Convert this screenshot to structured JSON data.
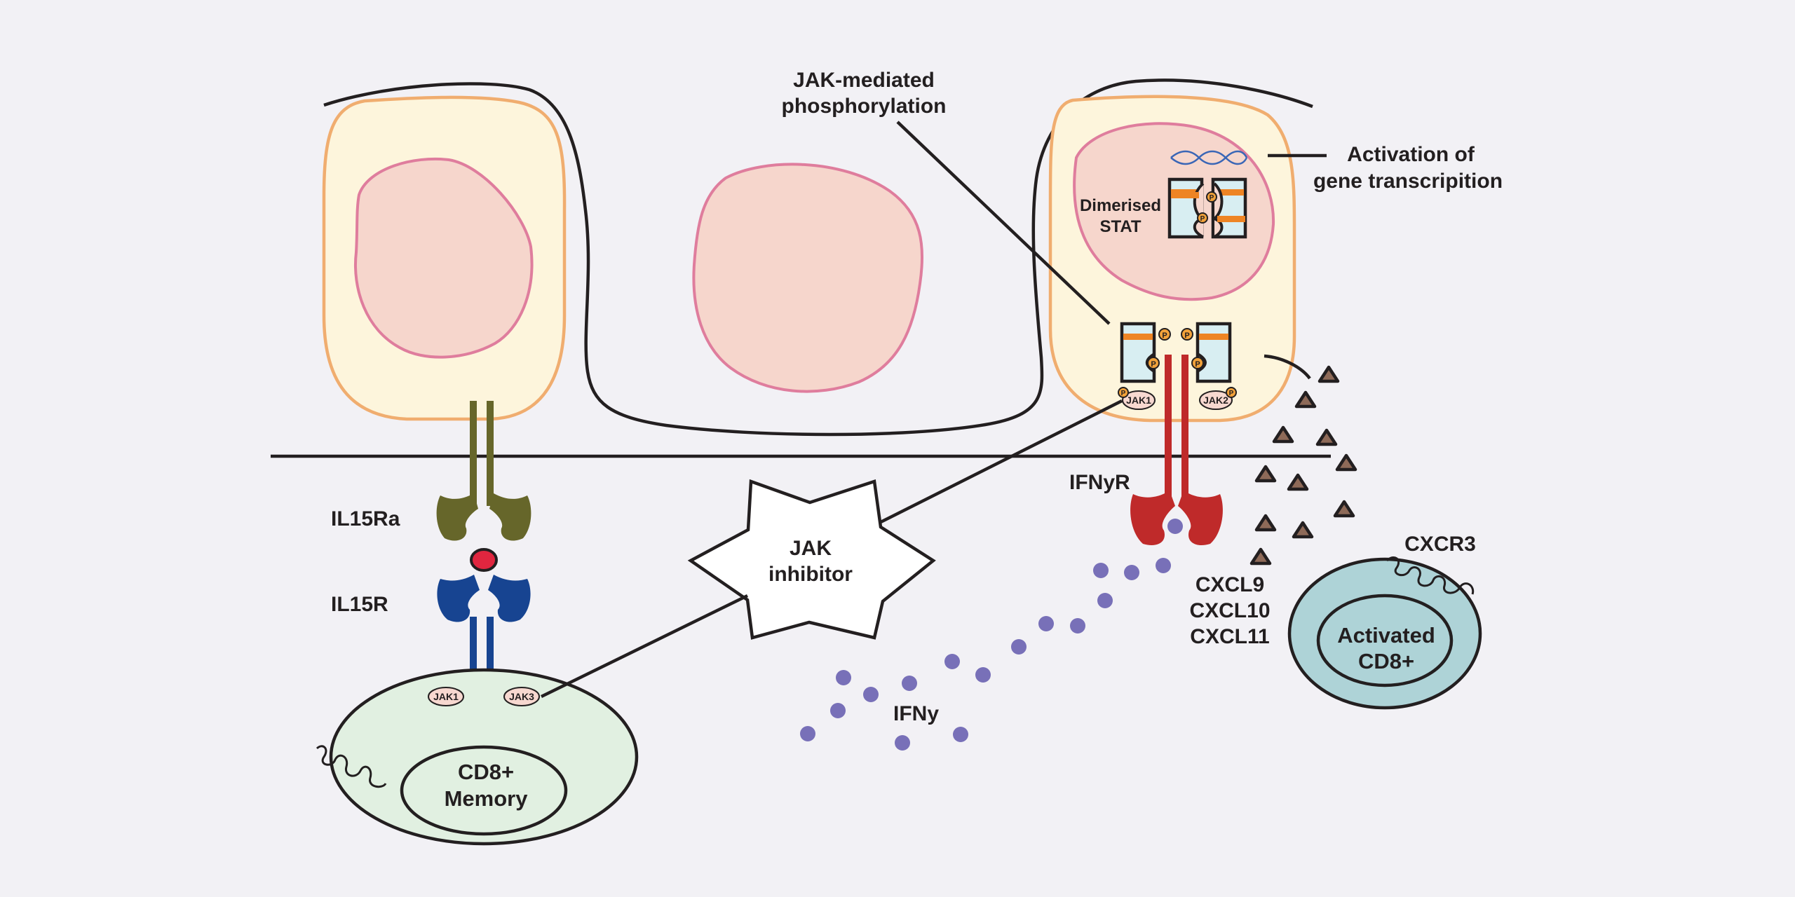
{
  "labels": {
    "jak_mediated_1": "JAK-mediated",
    "jak_mediated_2": "phosphorylation",
    "activation_1": "Activation of",
    "activation_2": "gene transcripition",
    "dimerised_1": "Dimerised",
    "dimerised_2": "STAT",
    "il15ra": "IL15Ra",
    "il15r": "IL15R",
    "ifnyr": "IFNyR",
    "ifny": "IFNy",
    "jak_inhibitor_1": "JAK",
    "jak_inhibitor_2": "inhibitor",
    "cxcl9": "CXCL9",
    "cxcl10": "CXCL10",
    "cxcl11": "CXCL11",
    "cxcr3": "CXCR3",
    "activated_1": "Activated",
    "activated_2": "CD8+",
    "memory_1": "CD8+",
    "memory_2": "Memory",
    "jak1": "JAK1",
    "jak2": "JAK2",
    "jak3": "JAK3",
    "phospho": "P"
  },
  "colors": {
    "background": "#f2f1f5",
    "cell_fill": "#fdf5dc",
    "cell_border": "#f0ad6f",
    "nucleus_fill": "#f6d6cc",
    "nucleus_border": "#df7d9d",
    "il15ra_receptor": "#66662a",
    "il15r_receptor": "#174491",
    "ifnyr_receptor": "#bf2a2a",
    "il15": "#e0263f",
    "ifny_dots": "#7870b8",
    "stat_fill": "#d8eef2",
    "stat_band": "#ee8424",
    "memory_cell": "#e1f0e1",
    "activated_cell": "#aed3d7",
    "chemokine": "#8e6a58"
  }
}
